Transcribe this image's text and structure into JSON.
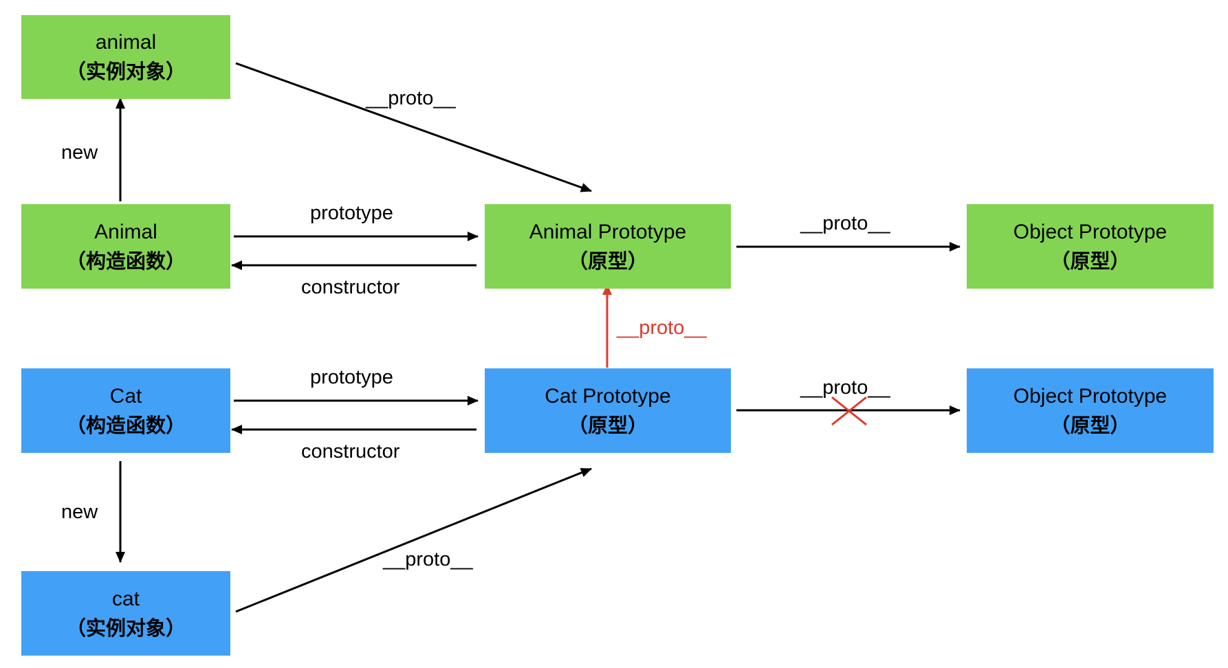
{
  "nodes": {
    "animal_instance": {
      "name": "animal",
      "kind": "（实例对象）"
    },
    "animal_ctor": {
      "name": "Animal",
      "kind": "（构造函数）"
    },
    "animal_proto": {
      "name": "Animal Prototype",
      "kind": "（原型）"
    },
    "object_proto_top": {
      "name": "Object Prototype",
      "kind": "（原型）"
    },
    "cat_ctor": {
      "name": "Cat",
      "kind": "（构造函数）"
    },
    "cat_proto": {
      "name": "Cat Prototype",
      "kind": "（原型）"
    },
    "object_proto_bottom": {
      "name": "Object Prototype",
      "kind": "（原型）"
    },
    "cat_instance": {
      "name": "cat",
      "kind": "（实例对象）"
    }
  },
  "edges": {
    "animal_new": "new",
    "animal_instance_proto": "__proto__",
    "animal_prototype": "prototype",
    "animal_constructor": "constructor",
    "animal_proto_proto": "__proto__",
    "cat_proto_to_animal": "__proto__",
    "cat_prototype": "prototype",
    "cat_constructor": "constructor",
    "cat_proto_proto_removed": "__proto__",
    "cat_new": "new",
    "cat_instance_proto": "__proto__"
  },
  "colors": {
    "animal_group": "#84d454",
    "cat_group": "#42a1f6",
    "highlight": "#e0392b",
    "arrow": "#000000"
  }
}
